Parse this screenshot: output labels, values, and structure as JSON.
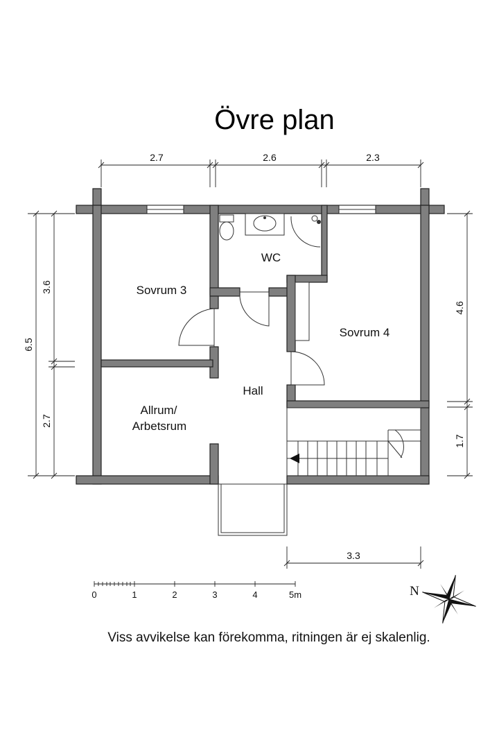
{
  "title": "Övre plan",
  "rooms": {
    "sovrum3": "Sovrum 3",
    "wc": "WC",
    "sovrum4": "Sovrum 4",
    "hall": "Hall",
    "allrum_line1": "Allrum/",
    "allrum_line2": "Arbetsrum"
  },
  "dimensions": {
    "top_left": "2.7",
    "top_middle": "2.6",
    "top_right": "2.3",
    "left_total": "6.5",
    "left_upper": "3.6",
    "left_lower": "2.7",
    "right_upper": "4.6",
    "right_lower": "1.7",
    "bottom": "3.3"
  },
  "scale_bar": {
    "labels": [
      "0",
      "1",
      "2",
      "3",
      "4",
      "5m"
    ]
  },
  "compass": {
    "north_label": "N"
  },
  "disclaimer": "Viss avvikelse kan förekomma, ritningen är ej skalenlig.",
  "colors": {
    "wall": "#7f7f7f",
    "line": "#222222"
  }
}
